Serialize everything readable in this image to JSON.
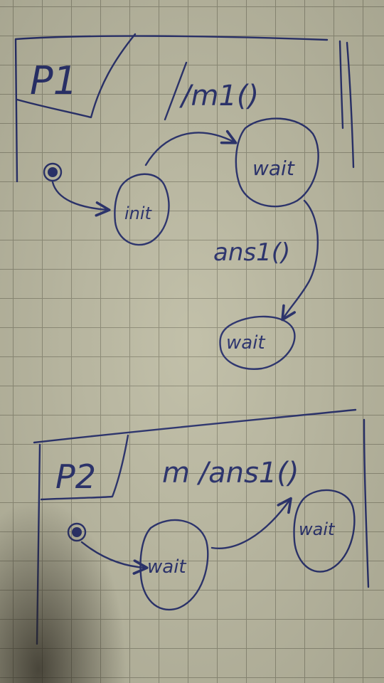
{
  "colors": {
    "ink": "#28306c",
    "paper": "#bfbda5",
    "grid": "#8f8d78"
  },
  "diagram_1": {
    "process_label": "P1",
    "transition_1_label": "/m1()",
    "transition_2_label": "ans1()",
    "states": [
      "init",
      "wait",
      "wait"
    ]
  },
  "diagram_2": {
    "process_label": "P2",
    "transition_1_label": "m /ans1()",
    "states": [
      "wait",
      "wait"
    ]
  }
}
